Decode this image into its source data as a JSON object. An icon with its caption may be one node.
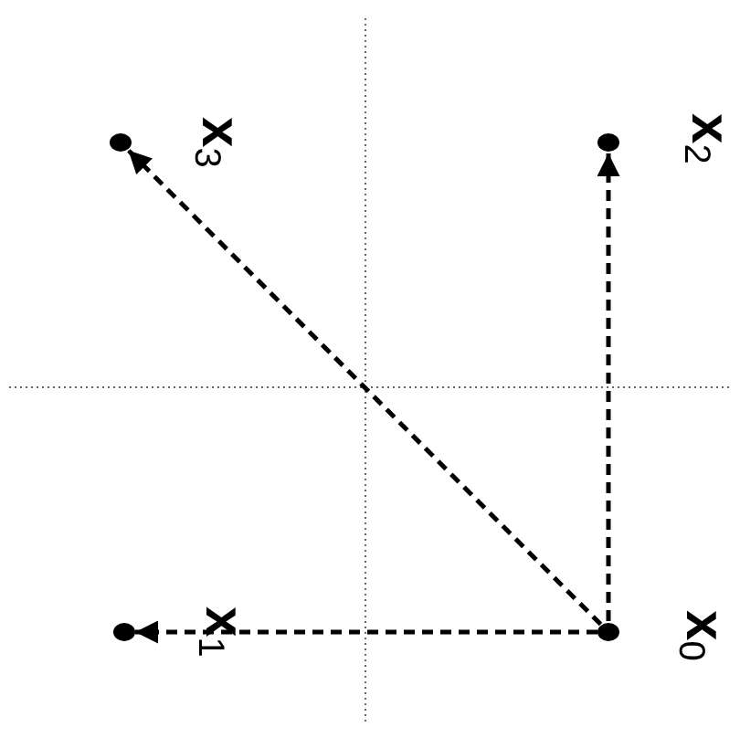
{
  "diagram": {
    "nodes": [
      {
        "text": [],
        "shape": "circle",
        "beside": [
          "x$_{3}$"
        ]
      },
      {
        "text": [],
        "shape": "circle",
        "beside": [
          "x$_{2}$"
        ]
      },
      {
        "text": [],
        "shape": "circle",
        "beside": [
          "x$_{1}$"
        ]
      },
      {
        "text": [],
        "shape": "circle",
        "beside": [
          "x$_{0}$"
        ]
      }
    ],
    "edges": [
      {
        "from": 3,
        "to": 2,
        "arrow": "to",
        "style": "dashed"
      },
      {
        "from": 3,
        "to": 1,
        "arrow": "to",
        "style": "dashed"
      },
      {
        "from": 3,
        "to": 0,
        "arrow": "to",
        "style": "dashed"
      }
    ]
  }
}
